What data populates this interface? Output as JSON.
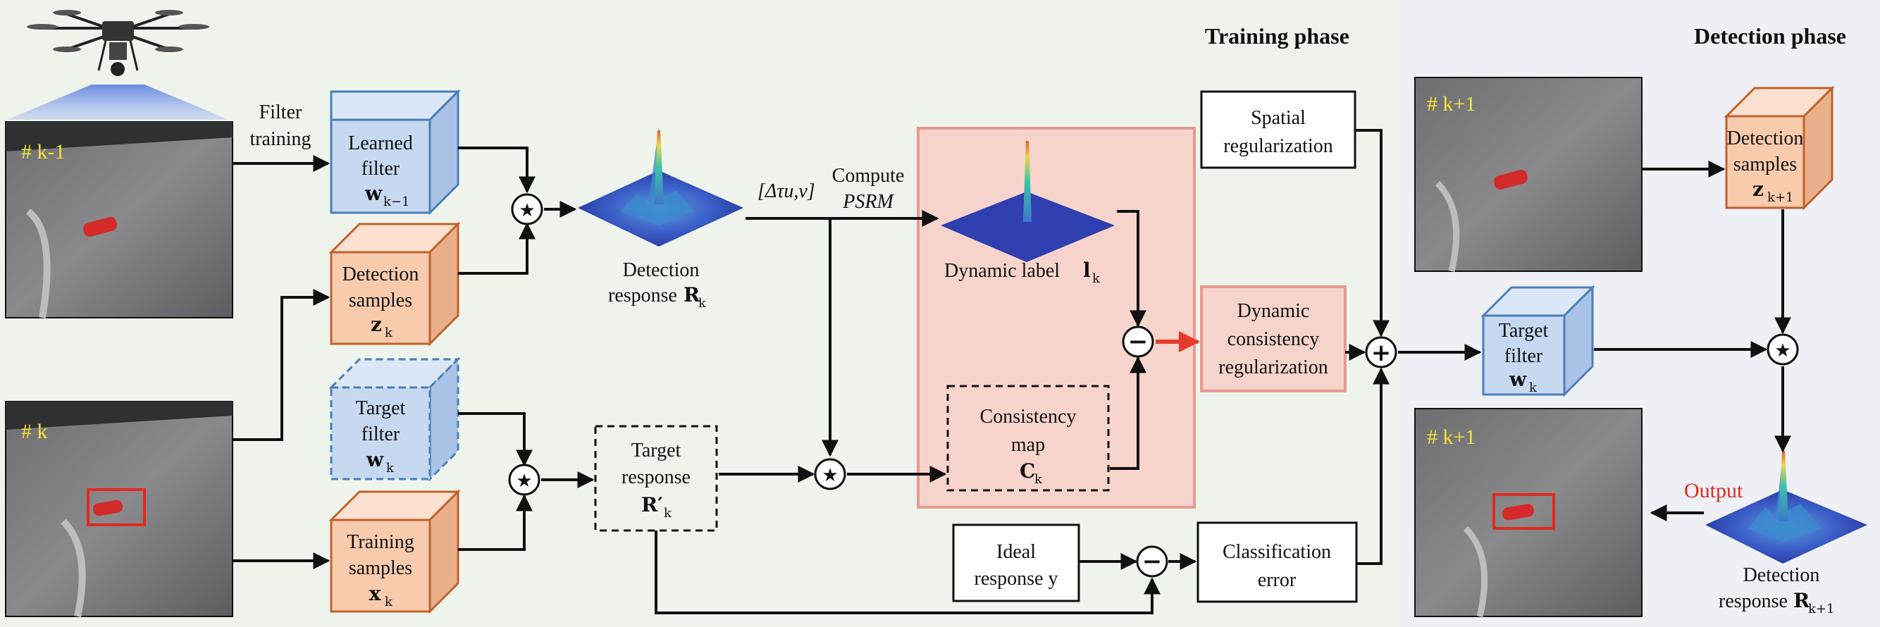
{
  "phases": {
    "training": "Training phase",
    "detection": "Detection phase"
  },
  "frames": {
    "prev": "# k-1",
    "curr": "# k",
    "next_top": "# k+1",
    "next_bottom": "# k+1"
  },
  "arrows": {
    "filter_training_line1": "Filter",
    "filter_training_line2": "training",
    "delta_tau": "[Δτu,v]",
    "compute_line1": "Compute",
    "compute_line2": "PSRM",
    "output": "Output"
  },
  "cubes": {
    "learned_filter": {
      "l1": "Learned",
      "l2": "filter",
      "sym": "w",
      "sub": "k−1"
    },
    "detection_samples_k": {
      "l1": "Detection",
      "l2": "samples",
      "sym": "z",
      "sub": "k"
    },
    "target_filter_dashed": {
      "l1": "Target",
      "l2": "filter",
      "sym": "w",
      "sub": "k"
    },
    "training_samples": {
      "l1": "Training",
      "l2": "samples",
      "sym": "x",
      "sub": "k"
    },
    "target_filter": {
      "l1": "Target",
      "l2": "filter",
      "sym": "w",
      "sub": "k"
    },
    "detection_samples_k1": {
      "l1": "Detection",
      "l2": "samples",
      "sym": "z",
      "sub": "k+1"
    }
  },
  "responses": {
    "detection_response_k": {
      "l1": "Detection",
      "l2": "response",
      "sym": "R",
      "sub": "k"
    },
    "dynamic_label": {
      "l1": "Dynamic label",
      "sym": "l",
      "sub": "k"
    },
    "detection_response_k1": {
      "l1": "Detection",
      "l2": "response",
      "sym": "R",
      "sub": "k+1"
    }
  },
  "boxes": {
    "target_response": {
      "l1": "Target",
      "l2": "response",
      "sym": "R′",
      "sub": "k"
    },
    "consistency_map": {
      "l1": "Consistency",
      "l2": "map",
      "sym": "C",
      "sub": "k"
    },
    "spatial_regularization": {
      "l1": "Spatial",
      "l2": "regularization"
    },
    "dynamic_consistency": {
      "l1": "Dynamic",
      "l2": "consistency",
      "l3": "regularization"
    },
    "ideal_response": {
      "l1": "Ideal",
      "l2": "response y"
    },
    "classification_error": {
      "l1": "Classification",
      "l2": "error"
    }
  },
  "operators": {
    "correlation": "★",
    "minus": "−",
    "plus": "+"
  },
  "colors": {
    "training_bg": "#eef4ec",
    "detection_bg": "#eef0f5",
    "blue_cube": "#c6d9f1",
    "blue_edge": "#4a7ebb",
    "orange_cube": "#f8cbad",
    "orange_edge": "#c0622c",
    "pink_panel": "#f6d4cc",
    "pink_edge": "#e69a90",
    "red_arrow": "#e8392d",
    "frame_label": "#f5e23a",
    "output_text": "#e02a1e"
  }
}
